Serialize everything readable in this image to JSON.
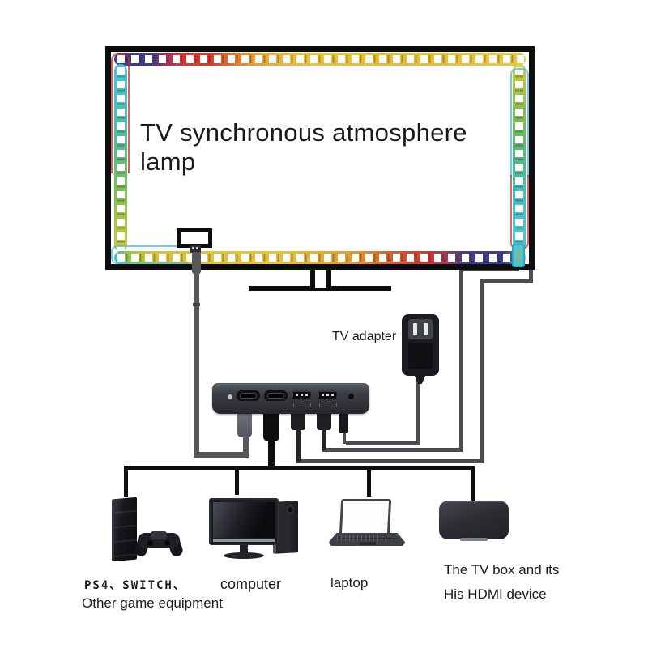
{
  "tv": {
    "screen_text": "TV synchronous atmosphere lamp"
  },
  "adapter": {
    "label": "TV adapter"
  },
  "devices": {
    "ps4": {
      "label_line1": "PS4、SWITCH、",
      "label_line2": "Other game equipment"
    },
    "computer": {
      "label": "computer"
    },
    "laptop": {
      "label": "laptop"
    },
    "tv_box": {
      "label_line1": "The TV box and its",
      "label_line2": "His HDMI device"
    }
  },
  "icons": {
    "led_strip": "rainbow-led-strip-icon",
    "sensor": "camera-sensor-icon",
    "hub": "hdmi-hub-icon",
    "power_adapter": "power-adapter-icon",
    "ps4": "game-console-icon",
    "controller": "gamepad-icon",
    "monitor": "monitor-icon",
    "tower": "pc-tower-icon",
    "laptop": "laptop-icon",
    "tv_box": "tv-box-icon"
  },
  "colors": {
    "line_black": "#0d0d0d",
    "wire_gray": "#4a4c50",
    "led_navy": "#3c3e88",
    "led_red": "#d6382e",
    "led_orange": "#e2772e",
    "led_yellow": "#e9c33e",
    "led_green": "#7cbd52",
    "led_cyan": "#47c3cf",
    "connector_cyan": "#4ac6d4"
  }
}
